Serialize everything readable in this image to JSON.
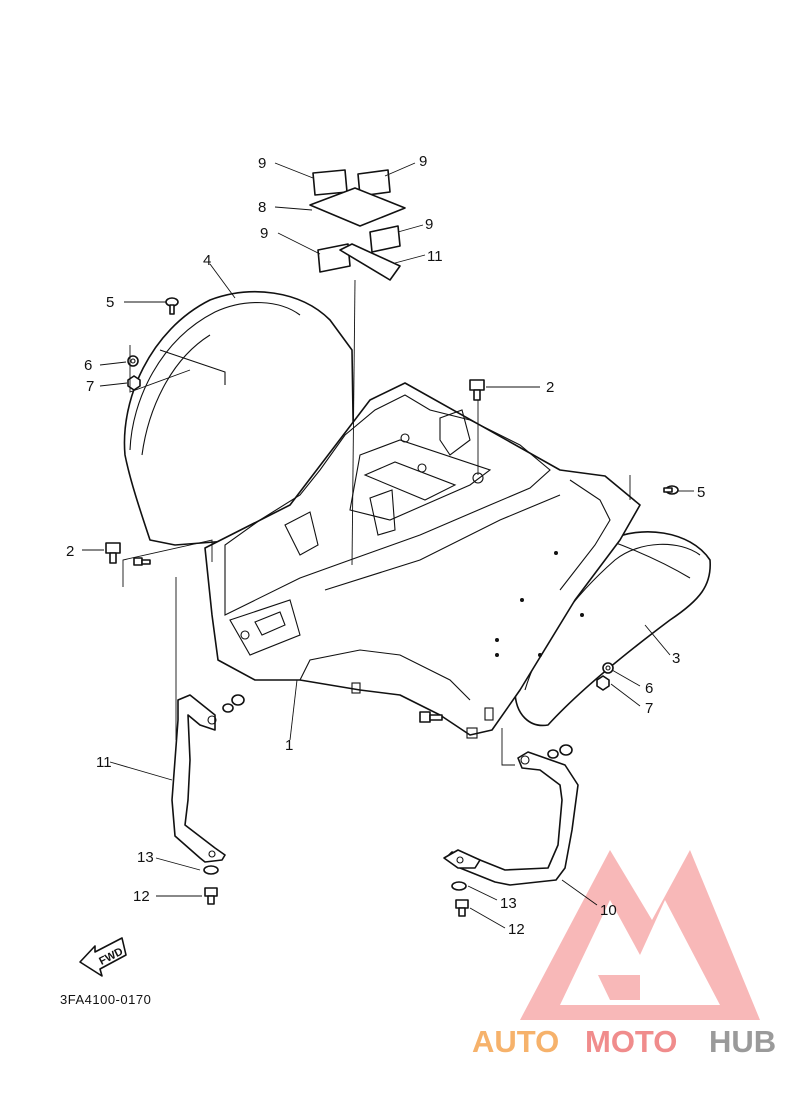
{
  "diagram": {
    "drawing_code": "3FA4100-0170",
    "fwd_label": "FWD",
    "callouts": {
      "c1": "1",
      "c2a": "2",
      "c2b": "2",
      "c3": "3",
      "c4": "4",
      "c5a": "5",
      "c5b": "5",
      "c6a": "6",
      "c6b": "6",
      "c7a": "7",
      "c7b": "7",
      "c8": "8",
      "c9a": "9",
      "c9b": "9",
      "c9c": "9",
      "c9d": "9",
      "c10": "10",
      "c11a": "11",
      "c11b": "11",
      "c12a": "12",
      "c12b": "12",
      "c13a": "13",
      "c13b": "13"
    }
  },
  "watermark": {
    "word_auto": "AUTO",
    "word_moto": "MOTO",
    "word_hub": "HUB",
    "colors": {
      "orange": "#f6b26b",
      "pink": "#f08c8c",
      "gray": "#9a9a9a"
    }
  }
}
